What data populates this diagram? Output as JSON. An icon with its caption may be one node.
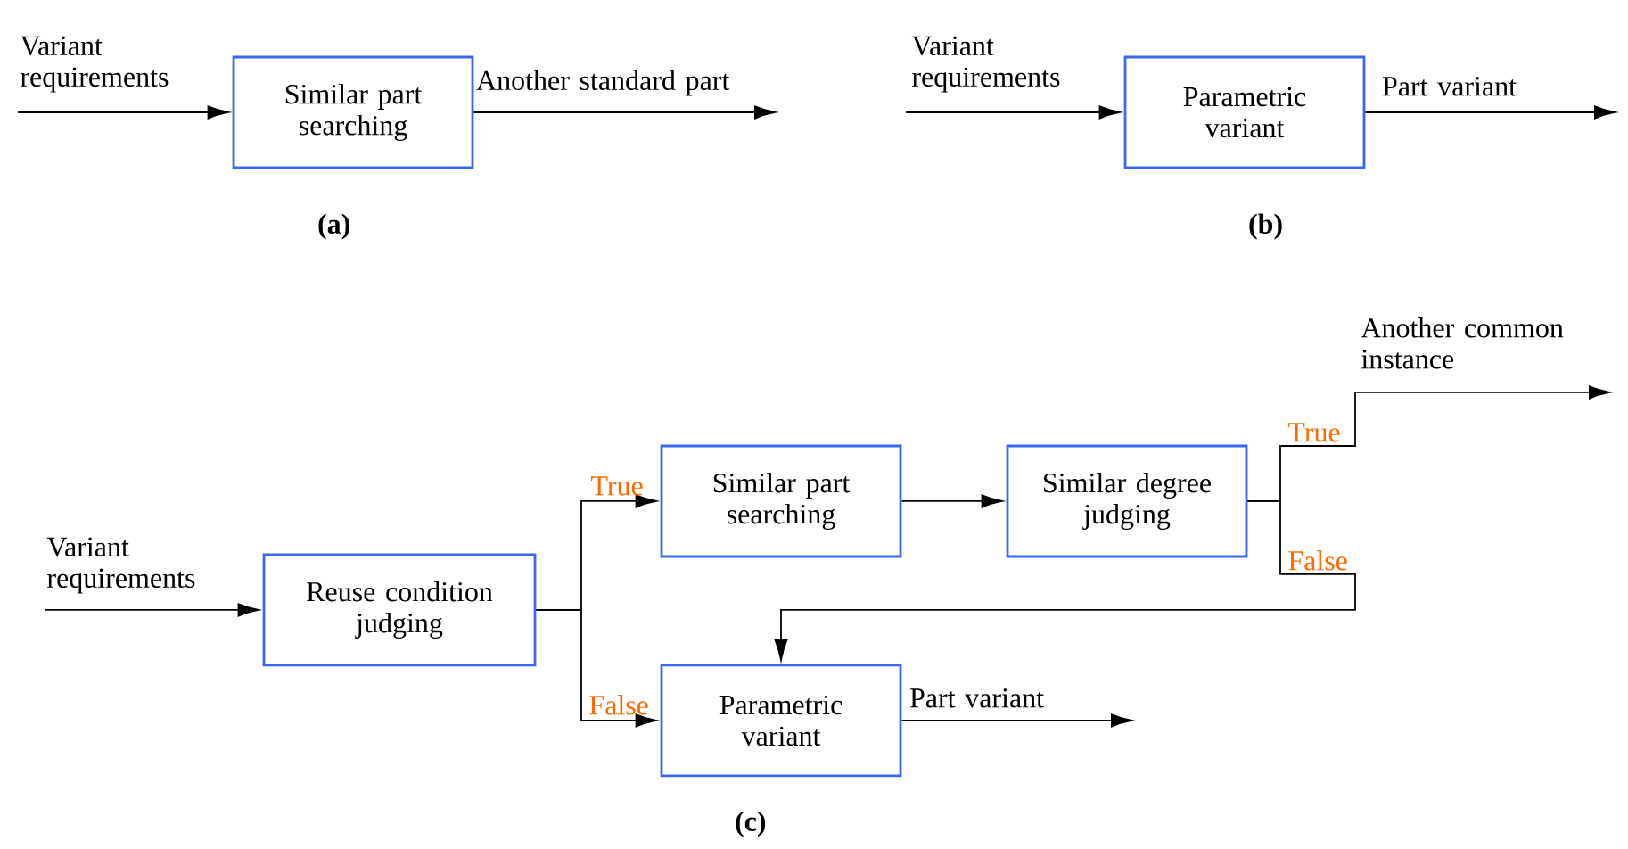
{
  "diagram": {
    "nodes": [
      {
        "text": [
          "Similar part searching"
        ]
      },
      {
        "text": [
          "Parametric variant"
        ]
      },
      {
        "text": [
          "Reuse condition judging"
        ]
      },
      {
        "text": [
          "Similar part searching"
        ]
      },
      {
        "text": [
          "Similar degree judging"
        ]
      },
      {
        "text": [
          "Parametric variant"
        ]
      }
    ],
    "edges": [
      {
        "from": null,
        "to": 0,
        "arrow": "to",
        "label": "Variant requirements"
      },
      {
        "from": 0,
        "to": null,
        "arrow": "to",
        "label": "Another standard part"
      },
      {
        "from": null,
        "to": 1,
        "arrow": "to",
        "label": "Variant requirements"
      },
      {
        "from": 1,
        "to": null,
        "arrow": "to",
        "label": "Part variant"
      },
      {
        "from": null,
        "to": 2,
        "arrow": "to",
        "label": "Variant requirements"
      },
      {
        "from": 2,
        "to": 3,
        "arrow": "to",
        "label": "True"
      },
      {
        "from": 2,
        "to": 5,
        "arrow": "to",
        "label": "False"
      },
      {
        "from": 3,
        "to": 4,
        "arrow": "to"
      },
      {
        "from": 4,
        "to": null,
        "arrow": "to",
        "label": "True"
      },
      {
        "from": 4,
        "to": 5,
        "arrow": "to",
        "label": "False"
      },
      {
        "from": 5,
        "to": null,
        "arrow": "to",
        "label": "Part variant"
      }
    ],
    "labels": [
      "(a)",
      "(b)",
      "Another common instance",
      "(c)"
    ]
  }
}
